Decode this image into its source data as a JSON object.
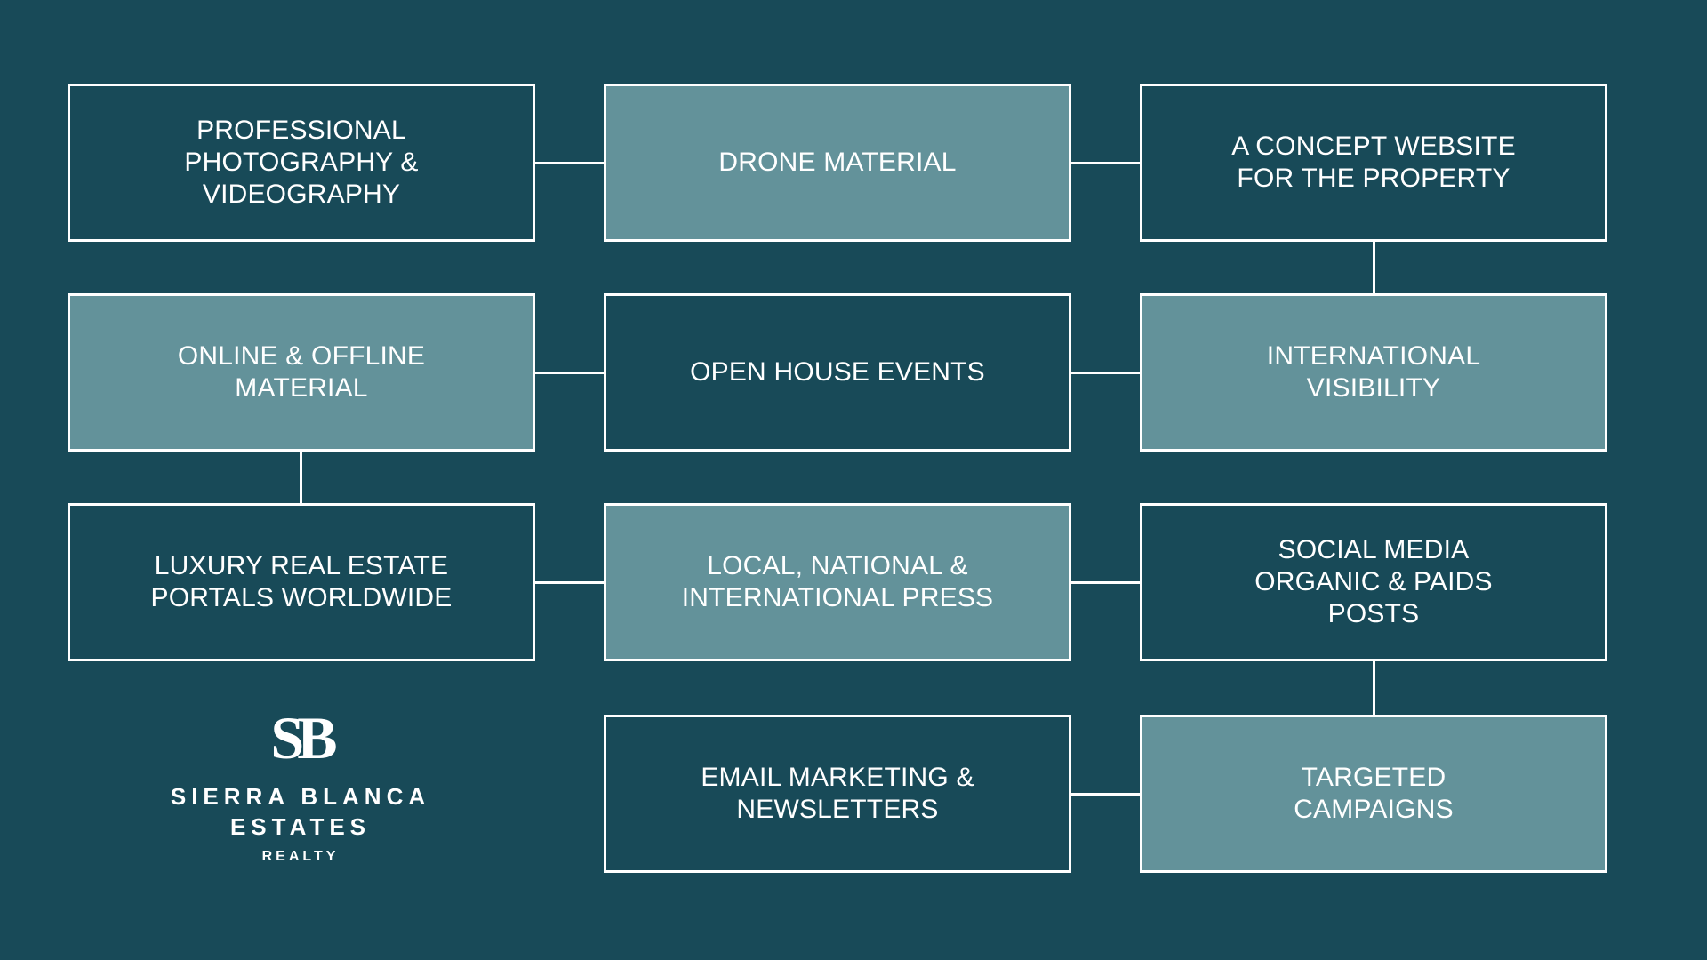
{
  "colors": {
    "background": "#184a58",
    "box_dark": "#184a58",
    "box_light": "#63929a",
    "border": "#ffffff"
  },
  "boxes": [
    {
      "id": "professional-photography",
      "label": "PROFESSIONAL\nPHOTOGRAPHY &\nVIDEOGRAPHY",
      "tone": "dark"
    },
    {
      "id": "drone-material",
      "label": "DRONE MATERIAL",
      "tone": "light"
    },
    {
      "id": "concept-website",
      "label": "A CONCEPT WEBSITE\nFOR THE PROPERTY",
      "tone": "dark"
    },
    {
      "id": "online-offline-material",
      "label": "ONLINE & OFFLINE\nMATERIAL",
      "tone": "light"
    },
    {
      "id": "open-house-events",
      "label": "OPEN HOUSE EVENTS",
      "tone": "dark"
    },
    {
      "id": "international-visibility",
      "label": "INTERNATIONAL\nVISIBILITY",
      "tone": "light"
    },
    {
      "id": "luxury-portals",
      "label": "LUXURY REAL ESTATE\nPORTALS WORLDWIDE",
      "tone": "dark"
    },
    {
      "id": "press",
      "label": "LOCAL, NATIONAL &\nINTERNATIONAL PRESS",
      "tone": "light"
    },
    {
      "id": "social-media",
      "label": "SOCIAL MEDIA\nORGANIC & PAIDS\nPOSTS",
      "tone": "dark"
    },
    {
      "id": "email-marketing",
      "label": "EMAIL MARKETING &\nNEWSLETTERS",
      "tone": "dark"
    },
    {
      "id": "targeted-campaigns",
      "label": "TARGETED\nCAMPAIGNS",
      "tone": "light"
    }
  ],
  "logo": {
    "monogram": "SB",
    "line1": "SIERRA BLANCA",
    "line2": "ESTATES",
    "subline": "REALTY"
  }
}
